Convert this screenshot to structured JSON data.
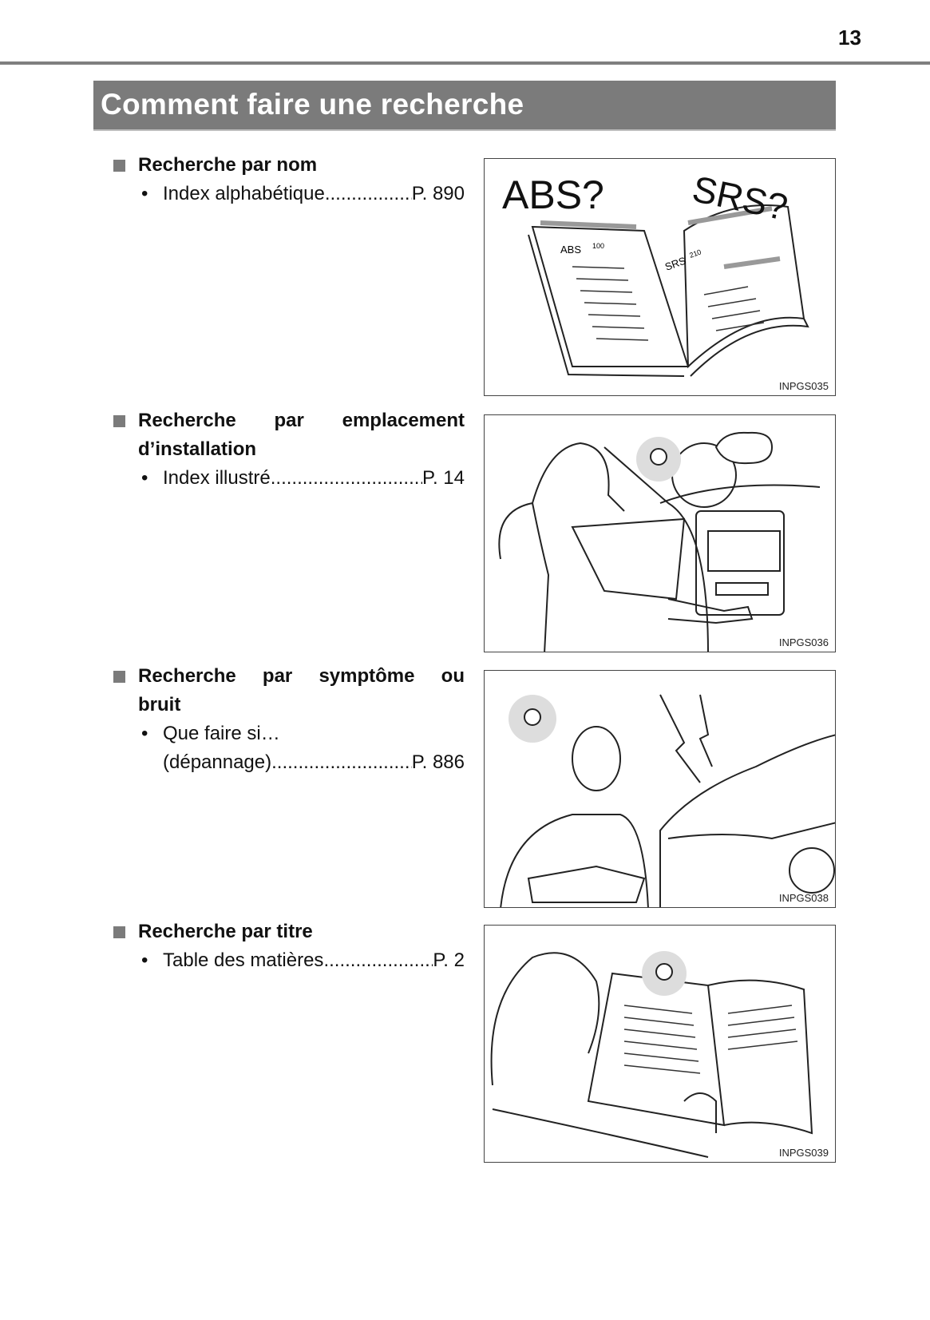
{
  "page_number": "13",
  "title": "Comment faire une recherche",
  "sections": [
    {
      "heading": "Recherche par nom",
      "items": [
        {
          "label": "Index alphabétique",
          "page": "P. 890"
        }
      ],
      "figure": {
        "caption": "INPGS035",
        "labels": [
          "ABS?",
          "SRS?",
          "ABS",
          "100",
          "SRS",
          "210"
        ]
      }
    },
    {
      "heading_line1": "Recherche par emplacement",
      "heading_line2": "d’installation",
      "items": [
        {
          "label": "Index illustré",
          "page": "P. 14"
        }
      ],
      "figure": {
        "caption": "INPGS036"
      }
    },
    {
      "heading_line1": "Recherche par symptôme ou",
      "heading_line2": "bruit",
      "items": [
        {
          "label_line1": "Que faire si…",
          "label": "(dépannage)",
          "page": "P. 886"
        }
      ],
      "figure": {
        "caption": "INPGS038"
      }
    },
    {
      "heading": "Recherche par titre",
      "items": [
        {
          "label": "Table des matières",
          "page": "P. 2"
        }
      ],
      "figure": {
        "caption": "INPGS039"
      }
    }
  ]
}
